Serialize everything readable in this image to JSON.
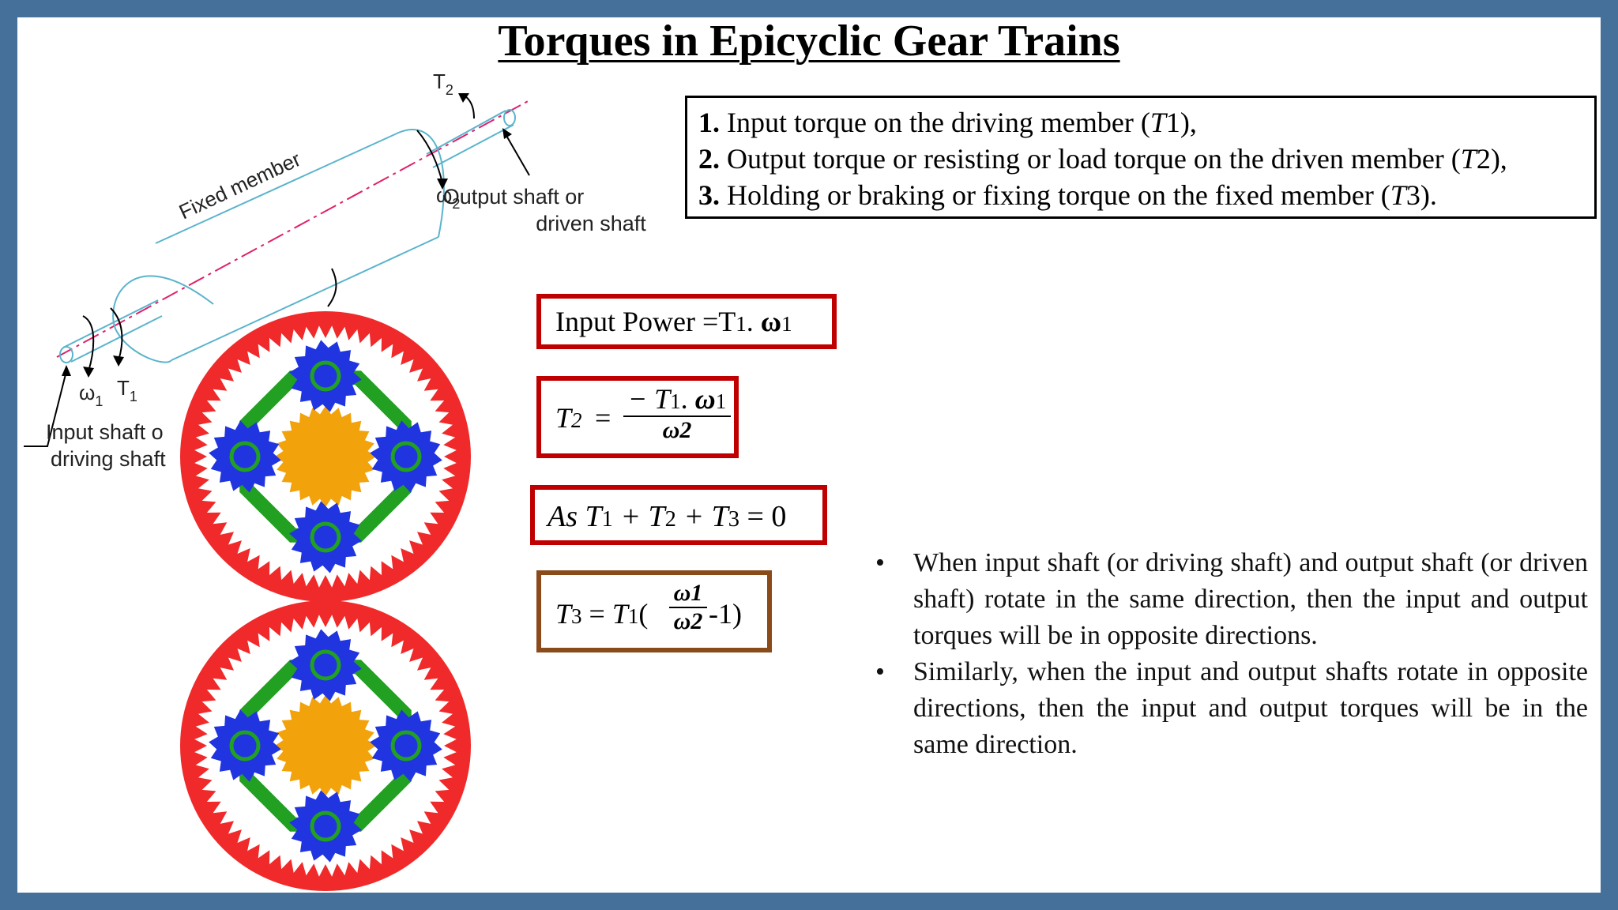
{
  "title": "Torques in Epicyclic Gear Trains",
  "torque_list": [
    {
      "num": "1.",
      "text": "Input torque on the driving member (",
      "sym": "T",
      "sub": "1",
      "end": "),"
    },
    {
      "num": "2.",
      "text": "Output torque or resisting or load torque on the driven member (",
      "sym": "T",
      "sub": "2",
      "end": "),"
    },
    {
      "num": "3.",
      "text": "Holding or braking or fixing torque on the fixed member (",
      "sym": "T",
      "sub": "3",
      "end": ")."
    }
  ],
  "shaft_diagram": {
    "fixed_member": "Fixed member",
    "output_label_1": "Output shaft or",
    "output_label_2": "driven shaft",
    "input_label_1": "Input shaft o",
    "input_label_2": "driving shaft",
    "t2": "T",
    "t2_sub": "2",
    "w2": "ω",
    "w2_sub": "2",
    "t1": "T",
    "t1_sub": "1",
    "w1": "ω",
    "w1_sub": "1"
  },
  "equations": {
    "power_text": "Input Power =T",
    "power_sub": "1",
    "power_dot": ". ",
    "power_omega": "ω",
    "power_omega_sub": "1",
    "t2_lhs": "T",
    "t2_lhs_sub": "2",
    "t2_eq": " =",
    "t2_num": "− T",
    "t2_num_sub": "1",
    "t2_num_mid": ". ",
    "t2_num_omega": "ω",
    "t2_num_omega_sub": "1",
    "t2_den": "ω2",
    "sum_text": "As T",
    "sum_s1": "1",
    "sum_p1": " + T",
    "sum_s2": "2",
    "sum_p2": " + T",
    "sum_s3": "3",
    "sum_end": " = 0",
    "t3_lhs": "T",
    "t3_lhs_sub": "3",
    "t3_eq": " = ",
    "t3_t": "T",
    "t3_t_sub": "1",
    "t3_open": "(",
    "t3_num": "ω1",
    "t3_den": "ω2",
    "t3_close": "-1)"
  },
  "bullets": [
    "When input shaft (or driving shaft) and output shaft (or driven shaft) rotate in the same direction, then the input and output torques will be in opposite directions.",
    "Similarly, when the input and output shafts rotate in opposite directions, then the input and output torques will be in the same direction."
  ],
  "bullet_symbol": "•",
  "colors": {
    "frame": "#44709a",
    "ring_gear": "#f02a2a",
    "sun_gear": "#f2a20a",
    "planet_gear": "#2035e0",
    "carrier": "#22a022",
    "equation_border": "#c00000",
    "t3_border": "#8a4a1a",
    "shaft_outline": "#5ab4cc",
    "axis_line": "#e0206a"
  }
}
